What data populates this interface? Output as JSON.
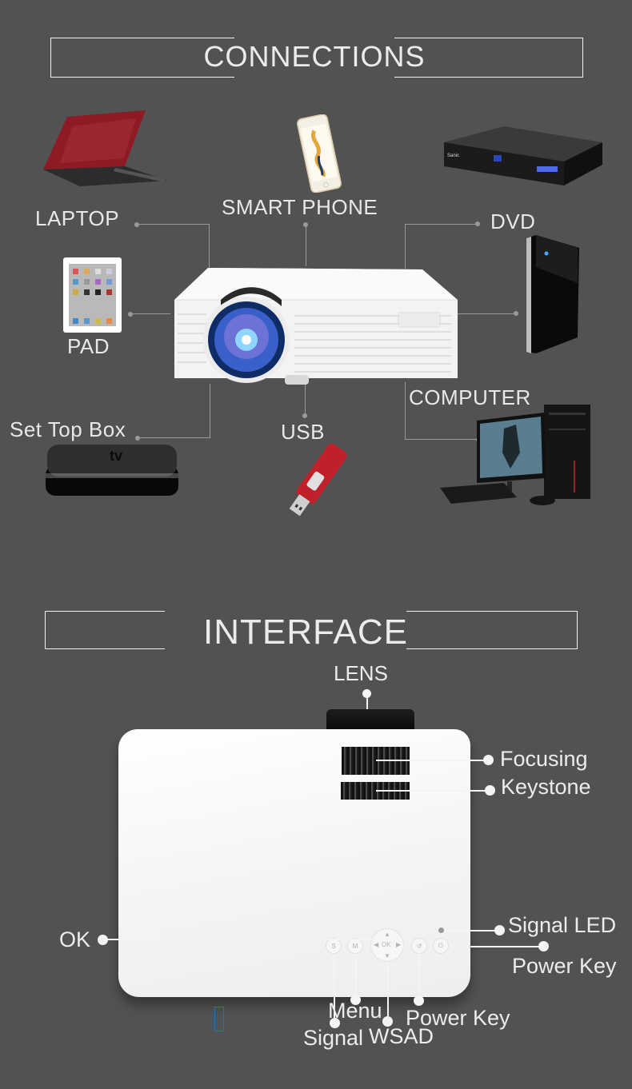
{
  "connections": {
    "title": "CONNECTIONS",
    "devices": {
      "laptop": "LAPTOP",
      "smart_phone": "SMART PHONE",
      "dvd": "DVD",
      "pad": "PAD",
      "computer": "COMPUTER",
      "set_top_box": "Set Top Box",
      "usb": "USB"
    },
    "apple_tv_logo": "tv"
  },
  "interface": {
    "title": "INTERFACE",
    "labels": {
      "lens": "LENS",
      "focusing": "Focusing",
      "keystone": "Keystone",
      "signal_led": "Signal LED",
      "power_key_right": "Power Key",
      "ok": "OK",
      "menu": "Menu",
      "power_key_bottom": "Power Key",
      "signal": "Signal",
      "wsad": "WSAD"
    },
    "buttons": {
      "s": "S",
      "m": "M",
      "ok": "OK",
      "back": "↺",
      "power": "⏻"
    }
  },
  "colors": {
    "background": "#525252",
    "text": "#e8e8e8",
    "projector_white": "#f5f5f5",
    "lens_blue": "#2a6bd6",
    "laptop_red": "#8e1a26",
    "usb_red": "#c0202a"
  }
}
